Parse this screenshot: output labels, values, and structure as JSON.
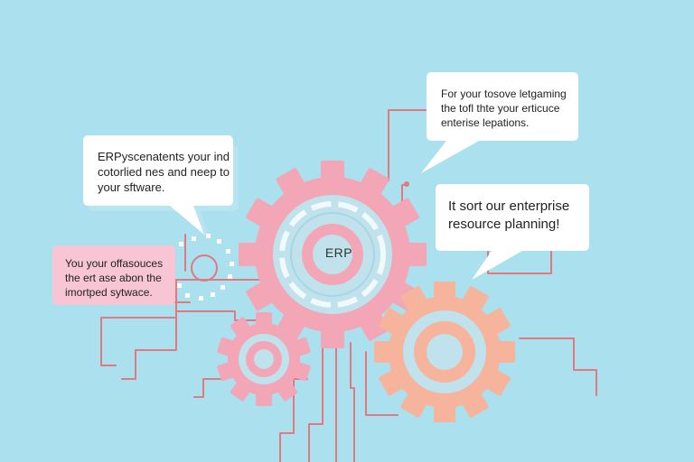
{
  "hub_label": "ERP",
  "bubbles": {
    "top_left": [
      "ERPyscenatents your ind",
      "cotorlied nes and neep to",
      "your sftware."
    ],
    "left": [
      "You your offasouces",
      "the ert ase abon the",
      "imortped sytwace."
    ],
    "top_right": [
      "For your tosove letgaming",
      "the tofl thte your erticuce",
      "enterise lepations."
    ],
    "right": [
      "It sort our enterprise",
      "resource planning!"
    ]
  },
  "colors": {
    "background": "#abe0ee",
    "gear_pink": "#f3a6b5",
    "gear_peach": "#f6b49c",
    "circuit": "#e27880",
    "bubble_pink": "#f7c5d3",
    "bubble_white": "#ffffff"
  }
}
